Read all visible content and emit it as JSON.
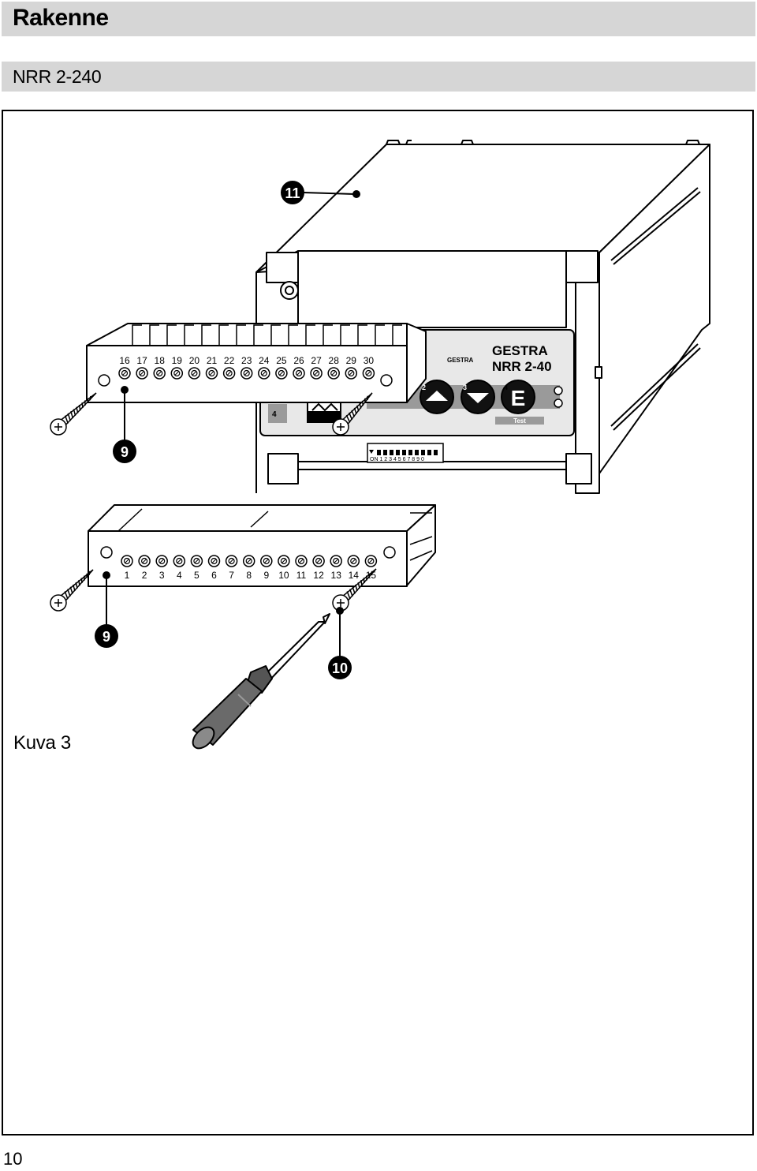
{
  "header": {
    "title": "Rakenne",
    "subtitle": "NRR 2-240"
  },
  "figure": {
    "caption": "Kuva 3",
    "callouts": {
      "screws": "9",
      "screwdriver": "10",
      "housing": "11"
    },
    "top_terminal_numbers": [
      "16",
      "17",
      "18",
      "19",
      "20",
      "21",
      "22",
      "23",
      "24",
      "25",
      "26",
      "27",
      "28",
      "29",
      "30"
    ],
    "bottom_terminal_numbers": [
      "1",
      "2",
      "3",
      "4",
      "5",
      "6",
      "7",
      "8",
      "9",
      "10",
      "11",
      "12",
      "13",
      "14",
      "15"
    ],
    "front_panel": {
      "brand_small": "GESTRA",
      "brand": "GESTRA",
      "model": "NRR 2-40",
      "button_numbers": [
        "2",
        "3",
        "4"
      ],
      "enter_key": "E",
      "test_label": "Test",
      "left_number": "4",
      "dip_label": "ON 1 2 3 4 5 6 7 8 9 0"
    }
  },
  "footer": {
    "page_number": "10"
  }
}
